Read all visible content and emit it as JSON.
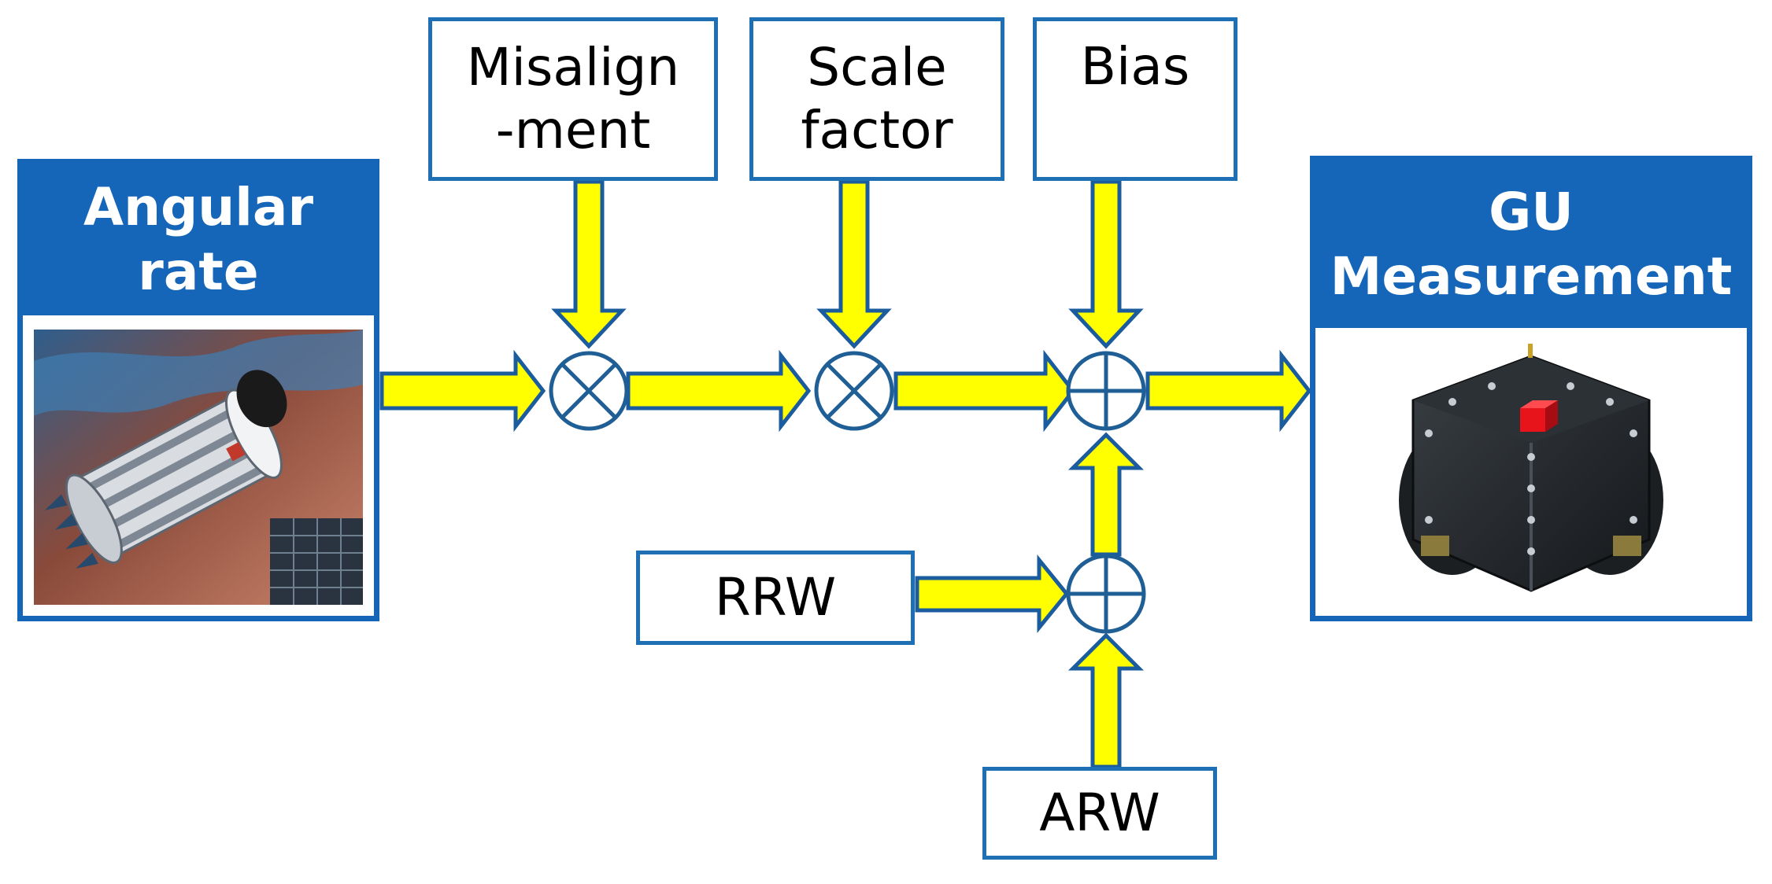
{
  "colors": {
    "accent_blue": "#1565b8",
    "box_border": "#1f6fb5",
    "arrow_fill": "#ffff00",
    "arrow_outline": "#1a5c9e",
    "operator_stroke": "#1f5f95"
  },
  "input_panel": {
    "title": "Angular\nrate",
    "image_icon": "satellite-illustration"
  },
  "output_panel": {
    "title": "GU\nMeasurement",
    "image_icon": "gyro-unit-cube"
  },
  "error_sources": {
    "misalignment": "Misalign\n-ment",
    "scale_factor": "Scale\nfactor",
    "bias": "Bias",
    "rrw": "RRW",
    "arw": "ARW"
  },
  "operators": [
    {
      "id": "misalignment",
      "symbol": "multiply"
    },
    {
      "id": "scale_factor",
      "symbol": "multiply"
    },
    {
      "id": "bias",
      "symbol": "add"
    },
    {
      "id": "noise",
      "symbol": "add"
    }
  ]
}
